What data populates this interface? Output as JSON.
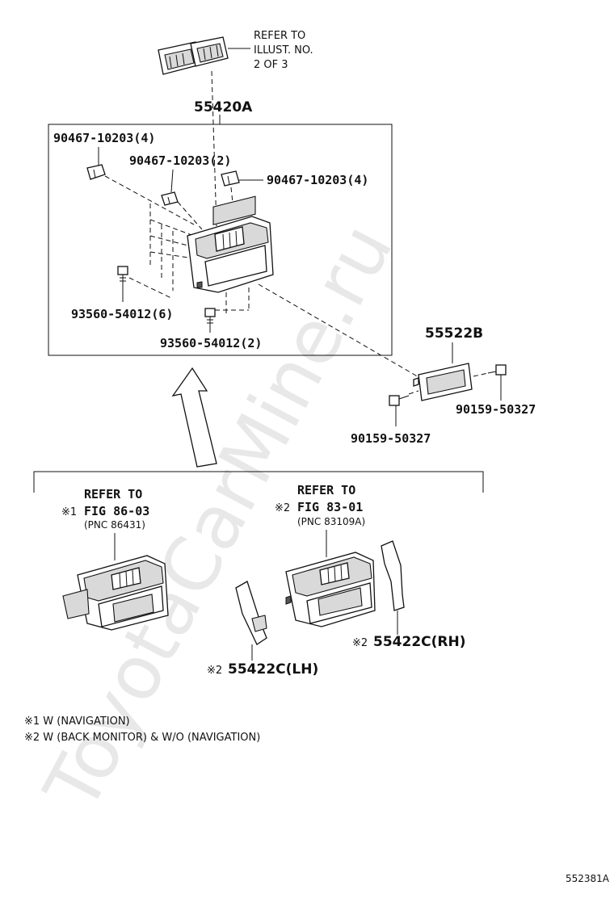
{
  "watermark": "ToyotaCarMine.ru",
  "refer_top": {
    "line1": "REFER TO",
    "line2": "ILLUST. NO.",
    "line3": "2 OF 3"
  },
  "parts": {
    "p55420a": "55420A",
    "clip_left": "90467-10203(4)",
    "clip_mid": "90467-10203(2)",
    "clip_right": "90467-10203(4)",
    "screw_left": "93560-54012(6)",
    "screw_bottom": "93560-54012(2)",
    "p55522b": "55522B",
    "bolt_right": "90159-50327",
    "bolt_bottom": "90159-50327",
    "p55422c_lh": "55422C(LH)",
    "p55422c_rh": "55422C(RH)"
  },
  "ref1": {
    "mark": "※1",
    "line1": "REFER TO",
    "line2": "FIG 86-03",
    "pnc": "(PNC 86431)"
  },
  "ref2": {
    "mark": "※2",
    "line1": "REFER TO",
    "line2": "FIG 83-01",
    "pnc": "(PNC 83109A)"
  },
  "marks": {
    "lh": "※2",
    "rh": "※2"
  },
  "notes": [
    "※1 W (NAVIGATION)",
    "※2 W (BACK MONITOR) & W/O (NAVIGATION)"
  ],
  "figure_id": "552381A"
}
